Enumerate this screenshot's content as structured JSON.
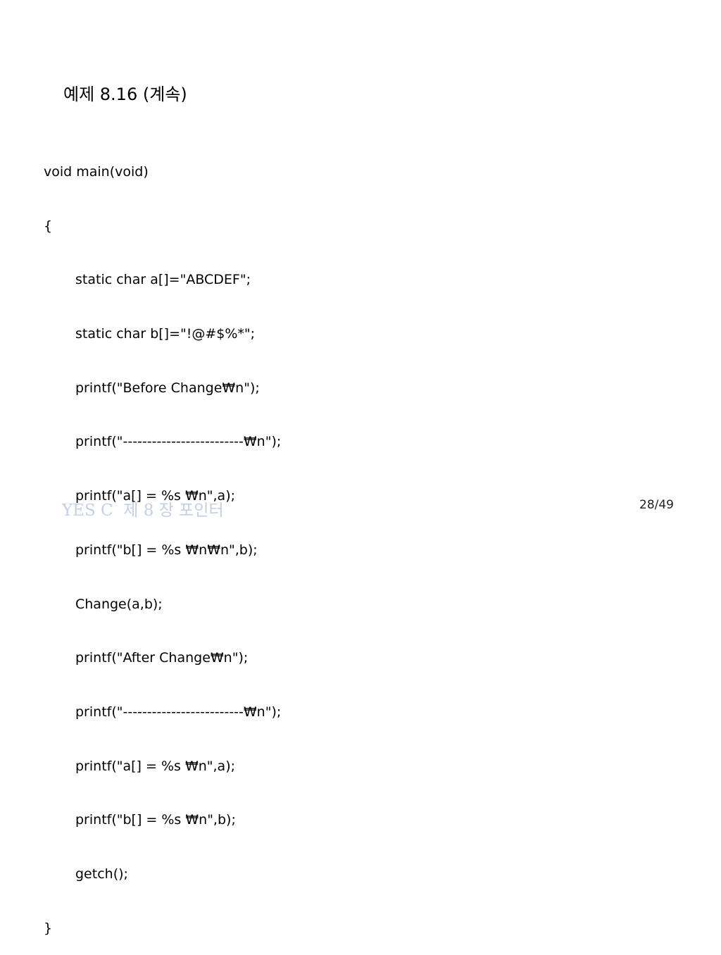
{
  "slide": {
    "title": "예제 8.16 (계속)",
    "code_lines": [
      "void main(void)",
      "{",
      "static char a[]=\"ABCDEF\";",
      "static char b[]=\"!@#$%*\";",
      "printf(\"Before Change₩n\");",
      "printf(\"-------------------------₩n\");",
      "printf(\"a[] = %s ₩n\",a);",
      "printf(\"b[] = %s ₩n₩n\",b);",
      "Change(a,b);",
      "printf(\"After Change₩n\");",
      "printf(\"-------------------------₩n\");",
      "printf(\"a[] = %s ₩n\",a);",
      "printf(\"b[] = %s ₩n\",b);",
      "getch();",
      "}"
    ]
  },
  "footer": {
    "course": "YES C  제 8 장 포인터",
    "page": "28/49"
  }
}
